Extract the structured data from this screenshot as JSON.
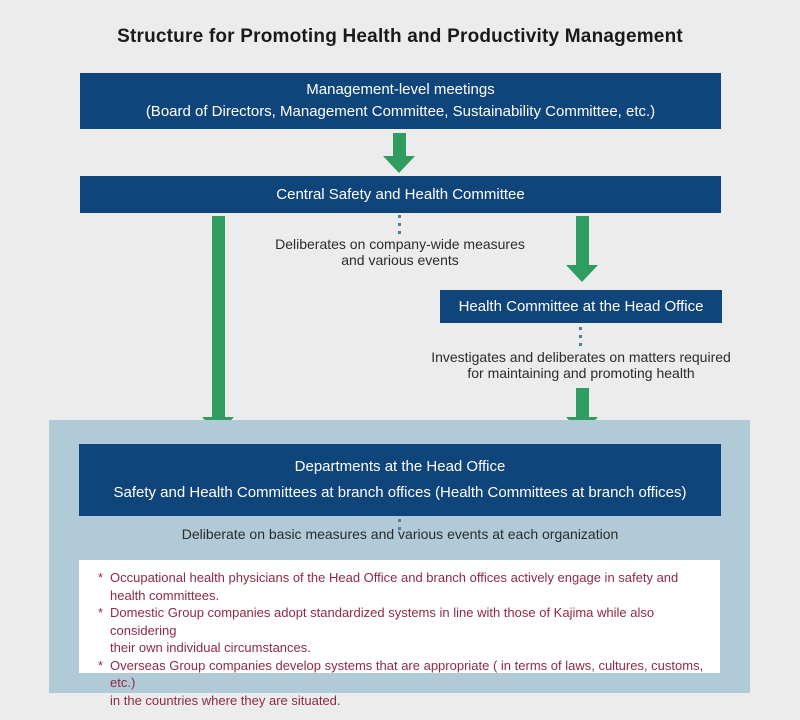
{
  "title": "Structure for Promoting Health and Productivity Management",
  "colors": {
    "background": "#ececec",
    "box_navy": "#10457c",
    "arrow_green": "#2e9d5f",
    "container_light_blue": "#b1cad7",
    "notes_maroon": "#8e2a45",
    "dotted_connector_blue": "#4d7fa3",
    "box_text": "#ffffff",
    "caption_text": "#2b2b2b"
  },
  "boxes": {
    "management": {
      "line1": "Management-level meetings",
      "line2": "(Board of Directors, Management Committee, Sustainability Committee, etc.)"
    },
    "central": {
      "label": "Central Safety and Health Committee"
    },
    "head_office_health": {
      "label": "Health Committee at the Head Office"
    },
    "departments": {
      "line1": "Departments at the Head Office",
      "line2": "Safety and Health Committees at branch offices (Health Committees at branch offices)"
    }
  },
  "captions": {
    "central": {
      "line1": "Deliberates on company-wide measures",
      "line2": "and various events"
    },
    "head_office_health": {
      "line1": "Investigates and deliberates on matters required",
      "line2": "for maintaining and promoting health"
    },
    "departments": {
      "line1": "Deliberate on basic measures and various events at each organization"
    }
  },
  "notes": [
    {
      "marker": "*",
      "lines": [
        "Occupational health physicians of the Head Office and branch offices actively engage in safety and",
        "health committees."
      ]
    },
    {
      "marker": "*",
      "lines": [
        "Domestic Group companies adopt standardized systems in line with those of Kajima while also considering",
        "their own individual circumstances."
      ]
    },
    {
      "marker": "*",
      "lines": [
        "Overseas Group companies develop systems that are appropriate ( in terms of laws, cultures, customs, etc.)",
        "in the countries where they are situated."
      ]
    }
  ]
}
